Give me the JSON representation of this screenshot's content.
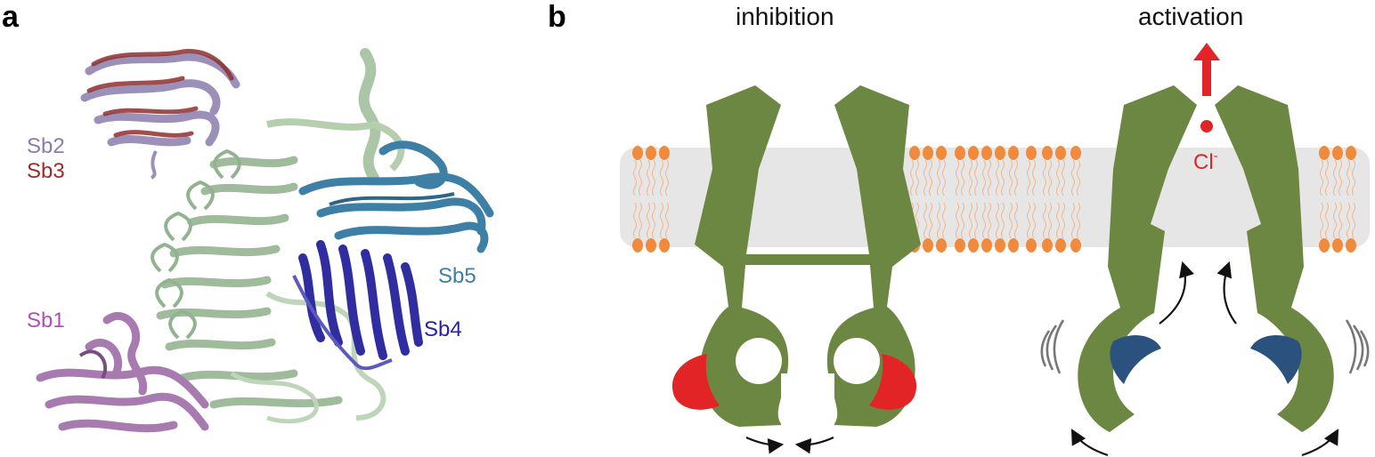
{
  "panels": {
    "a": {
      "letter": "a",
      "labels": [
        {
          "key": "sb2",
          "text": "Sb2",
          "color": "#8B7BA8"
        },
        {
          "key": "sb3",
          "text": "Sb3",
          "color": "#9E2A2B"
        },
        {
          "key": "sb1",
          "text": "Sb1",
          "color": "#B04FB4"
        },
        {
          "key": "sb5",
          "text": "Sb5",
          "color": "#3E7FA6"
        },
        {
          "key": "sb4",
          "text": "Sb4",
          "color": "#2623A8"
        }
      ]
    },
    "b": {
      "letter": "b",
      "inhibition_title": "inhibition",
      "activation_title": "activation",
      "ion_label": "Cl",
      "ion_charge": "-"
    }
  },
  "colors": {
    "protein_green": "#6B8741",
    "membrane_gray": "#E6E6E6",
    "lipid_head": "#F08A3C",
    "inhibitor_red": "#E22426",
    "activator_blue": "#2B527E",
    "ion_red": "#E22426",
    "helix_green": "#8FB38A"
  }
}
